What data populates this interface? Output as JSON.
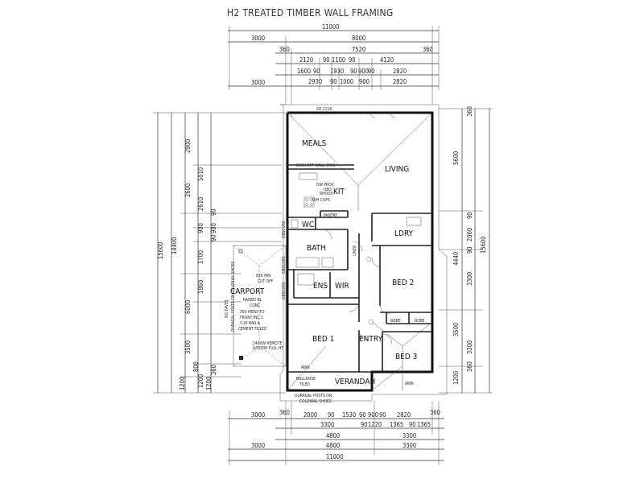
{
  "title": "H2 TREATED TIMBER WALL FRAMING",
  "rooms": {
    "meals": "MEALS",
    "living": "LIVING",
    "kit": "KIT",
    "pantry": "PANTRY",
    "wc": "WC",
    "bath": "BATH",
    "ldry": "LDRY",
    "ens": "ENS",
    "wir": "WIR",
    "bed1": "BED 1",
    "bed2": "BED 2",
    "bed3": "BED 3",
    "entry": "ENTRY",
    "verandah": "VERANDAH",
    "carport": "CARPORT",
    "robe1": "ROBE",
    "robe2": "ROBE",
    "linen": "LINEN"
  },
  "notes": {
    "gyp_wall": "86SH GYP WALL 2509",
    "dw_prov": "DW PROV",
    "dw_prov2": "UBO",
    "oh_cups": "O/H CUPS",
    "rhood": "RHOOD",
    "carport_conc": "RAISED EL",
    "carport_conc2": "CONC",
    "piers1": "350 PIERS TO",
    "piers2": "FRONT INC 1",
    "piers3": "Y-16 BAR &",
    "piers4": "CEMENT FILLED",
    "cut_off1": "630 MIN",
    "cut_off2": "CUT OFF",
    "remote1": "2400W REMOTE",
    "remote2": "R/DOOR FULL HT",
    "duragal1": "DURAGAL POSTS ON",
    "duragal2": "COLONIAL SHOES",
    "bullnose1": "BULLNOSE",
    "bullnose2": "TILED",
    "no_eaves": "NO EAVES",
    "duragal_side": "DURAGAL POSTS ON COLONIAL SHOES",
    "obscure": "OBSCURE",
    "awn": "AWN",
    "sd": "SD 2118"
  },
  "top_dims": {
    "row1": [
      "11000"
    ],
    "row2": [
      "3000",
      "8000"
    ],
    "row3": [
      "360",
      "7520",
      "360"
    ],
    "row4": [
      "2120",
      "90",
      "1100",
      "90",
      "4120"
    ],
    "row5": [
      "1600",
      "90",
      "1930",
      "90",
      "900",
      "90",
      "2820"
    ],
    "row6": [
      "3000",
      "2930",
      "90",
      "1000",
      "900",
      "2820"
    ]
  },
  "bottom_dims": {
    "row1": [
      "3000",
      "360",
      "2000",
      "90",
      "1530",
      "90",
      "900",
      "90",
      "2820",
      "360"
    ],
    "row2": [
      "3300",
      "90",
      "1220",
      "1365",
      "90",
      "1365"
    ],
    "row3": [
      "4800",
      "3300"
    ],
    "row4": [
      "3000",
      "4800",
      "3300"
    ],
    "row5": [
      "11000"
    ]
  },
  "left_dims": {
    "outer": [
      "15600"
    ],
    "col2": [
      "14400"
    ],
    "col3": [
      "2900",
      "2600",
      "6000",
      "3500"
    ],
    "col4": [
      "5010",
      "2610",
      "900",
      "1700",
      "1860",
      "1200"
    ],
    "col5": [
      "90",
      "900",
      "90",
      "1200",
      "1200",
      "800",
      "360"
    ]
  },
  "right_dims": {
    "outer": [
      "15600"
    ],
    "col2": [
      "5600",
      "4440",
      "3500"
    ],
    "col3": [
      "2060",
      "3300",
      "3300",
      "1200",
      "360",
      "90",
      "90",
      "360"
    ]
  }
}
